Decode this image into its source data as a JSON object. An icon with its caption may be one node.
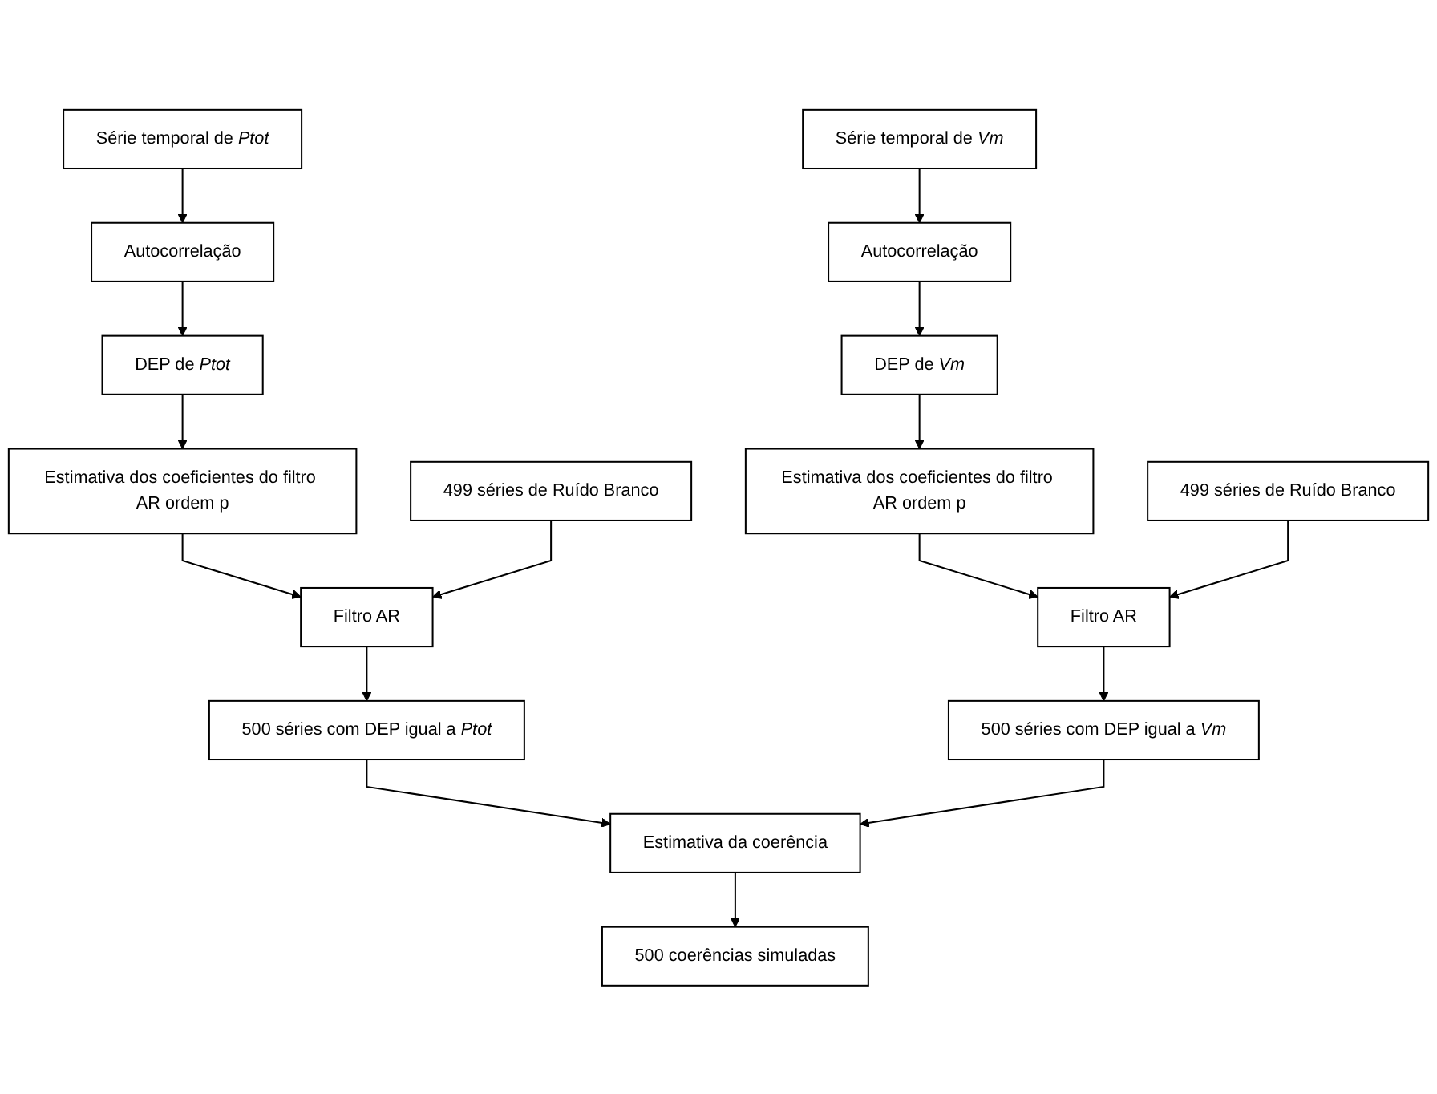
{
  "diagram": {
    "nodes": [
      {
        "text": [
          "Série temporal de *Ptot*"
        ]
      },
      {
        "text": [
          "Autocorrelação"
        ]
      },
      {
        "text": [
          "DEP de *Ptot*"
        ]
      },
      {
        "text": [
          "Estimativa dos coeficientes do filtro AR ordem p"
        ]
      },
      {
        "text": [
          "Filtro AR"
        ]
      },
      {
        "text": [
          "499 séries de Ruído Branco"
        ]
      },
      {
        "text": [
          "500 séries com DEP igual a *Ptot*"
        ]
      },
      {
        "text": [
          "Série temporal de *Vm*"
        ]
      },
      {
        "text": [
          "Autocorrelação"
        ]
      },
      {
        "text": [
          "DEP de *Vm*"
        ]
      },
      {
        "text": [
          "Estimativa dos coeficientes do filtro AR ordem p"
        ]
      },
      {
        "text": [
          "Filtro AR"
        ]
      },
      {
        "text": [
          "499 séries de Ruído Branco"
        ]
      },
      {
        "text": [
          "500 séries com DEP igual a *Vm*"
        ]
      },
      {
        "text": [
          "Estimativa da coerência"
        ]
      },
      {
        "text": [
          "500 coerências simuladas"
        ]
      }
    ],
    "edges": [
      {
        "from": 0,
        "to": 1,
        "arrow": "to"
      },
      {
        "from": 1,
        "to": 2,
        "arrow": "to"
      },
      {
        "from": 2,
        "to": 3,
        "arrow": "to"
      },
      {
        "from": 3,
        "to": 4,
        "arrow": "to"
      },
      {
        "from": 5,
        "to": 4,
        "arrow": "to"
      },
      {
        "from": 4,
        "to": 6,
        "arrow": "to"
      },
      {
        "from": 7,
        "to": 8,
        "arrow": "to"
      },
      {
        "from": 8,
        "to": 9,
        "arrow": "to"
      },
      {
        "from": 9,
        "to": 10,
        "arrow": "to"
      },
      {
        "from": 10,
        "to": 11,
        "arrow": "to"
      },
      {
        "from": 12,
        "to": 11,
        "arrow": "to"
      },
      {
        "from": 11,
        "to": 13,
        "arrow": "to"
      },
      {
        "from": 6,
        "to": 14,
        "arrow": "to"
      },
      {
        "from": 13,
        "to": 14,
        "arrow": "to"
      },
      {
        "from": 14,
        "to": 15,
        "arrow": "to"
      }
    ]
  }
}
